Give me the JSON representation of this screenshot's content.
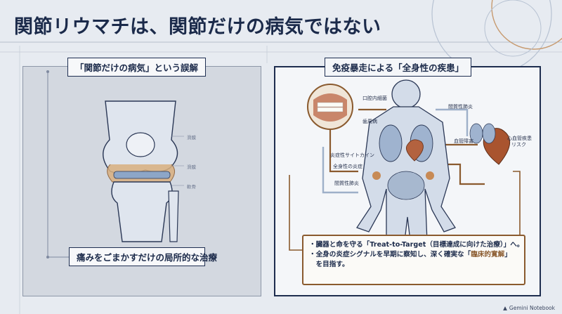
{
  "title": "関節リウマチは、関節だけの病気ではない",
  "left_panel": {
    "top_tag": "「関節だけの病気」という誤解",
    "bottom_tag": "痛みをごまかすだけの局所的な治療",
    "labels": [
      "滑膜",
      "滑膜",
      "軟骨"
    ]
  },
  "right_panel": {
    "top_tag": "免疫暴走による「全身性の疾患」",
    "labels": {
      "oral": "口腔内細菌",
      "periodontal": "歯周病",
      "cytokine": "炎症性サイトカイン",
      "systemic": "全身性の炎症",
      "ild_top": "間質性肺炎",
      "ild_bottom": "間質性肺炎",
      "vascular": "血管障害",
      "cv_risk_1": "心血管疾患",
      "cv_risk_2": "リスク"
    },
    "bullets": [
      {
        "pre": "・臓器と命を守る「Treat-to-Target（目標達成に向けた治療）」へ。",
        "hl": "",
        "post": ""
      },
      {
        "pre": "・全身の炎症シグナルを早期に察知し、深く確実な「",
        "hl": "臨床的寛解",
        "post": "」"
      },
      {
        "pre": "　を目指す。",
        "hl": "",
        "post": ""
      }
    ]
  },
  "footer": {
    "brand": "Gemini Notebook"
  },
  "colors": {
    "navy": "#1e2d4f",
    "copper": "#8a5a2e",
    "bg": "#e7ebf1"
  }
}
